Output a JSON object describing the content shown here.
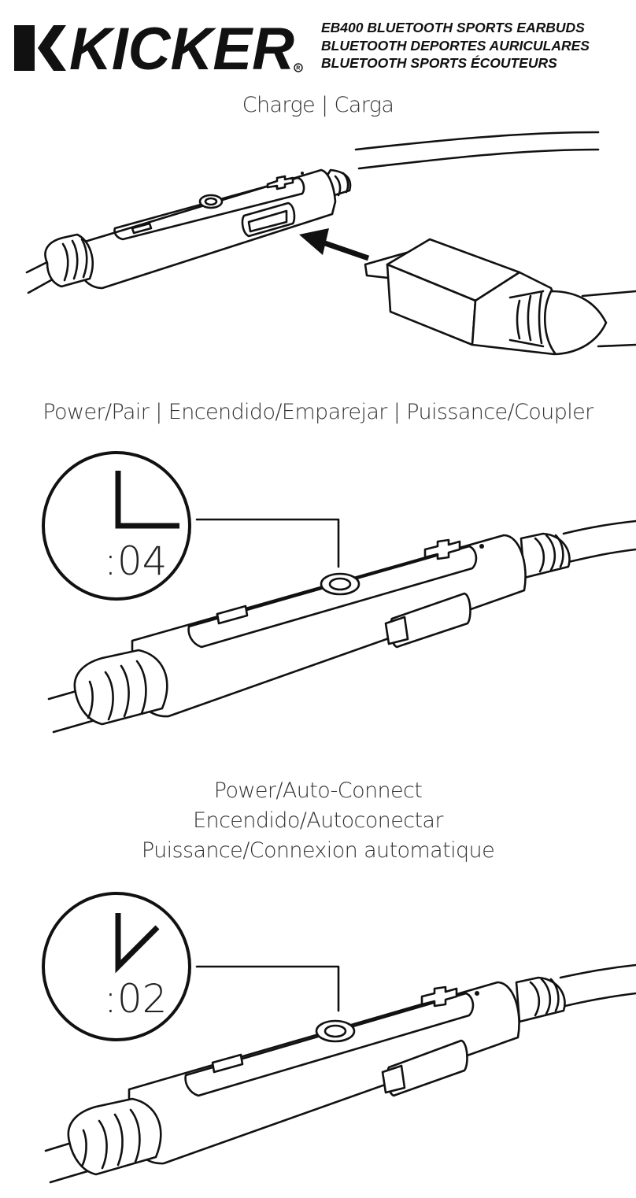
{
  "brand": {
    "logo_text": "KICKER"
  },
  "product": {
    "model": "EB400",
    "lines": [
      "BLUETOOTH SPORTS EARBUDS",
      "BLUETOOTH DEPORTES AURICULARES",
      "BLUETOOTH SPORTS ÉCOUTEURS"
    ]
  },
  "sections": {
    "charge": {
      "title": "Charge | Carga"
    },
    "pair": {
      "title": "Power/Pair | Encendido/Emparejar | Puissance/Coupler",
      "timer": ":04"
    },
    "auto": {
      "title_lines": [
        "Power/Auto-Connect",
        "Encendido/Autoconectar",
        "Puissance/Connexion automatique"
      ],
      "timer": ":02"
    }
  },
  "icons": [
    "kicker-logo",
    "usb-plug-icon",
    "arrow-icon",
    "remote-control-icon",
    "timer-clock-icon"
  ]
}
